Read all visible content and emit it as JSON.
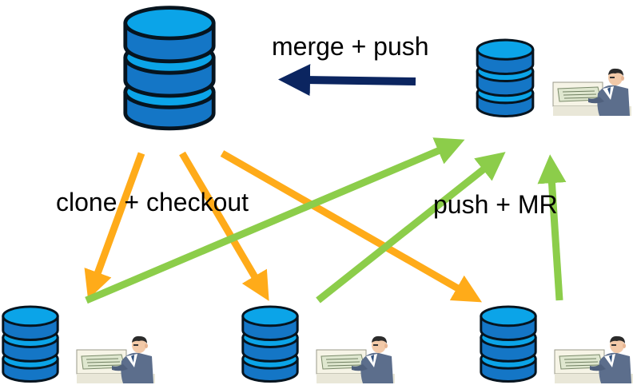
{
  "labels": {
    "merge_push": "merge + push",
    "clone_checkout": "clone + checkout",
    "push_mr": "push + MR"
  },
  "colors": {
    "db_fill": "#1476c6",
    "db_top": "#0ba4e8",
    "db_outline": "#06141f",
    "arrow_dark": "#0b2560",
    "arrow_orange": "#ffab19",
    "arrow_green": "#8ccd4a"
  },
  "icons": [
    "database-icon",
    "developer-at-computer-icon"
  ]
}
